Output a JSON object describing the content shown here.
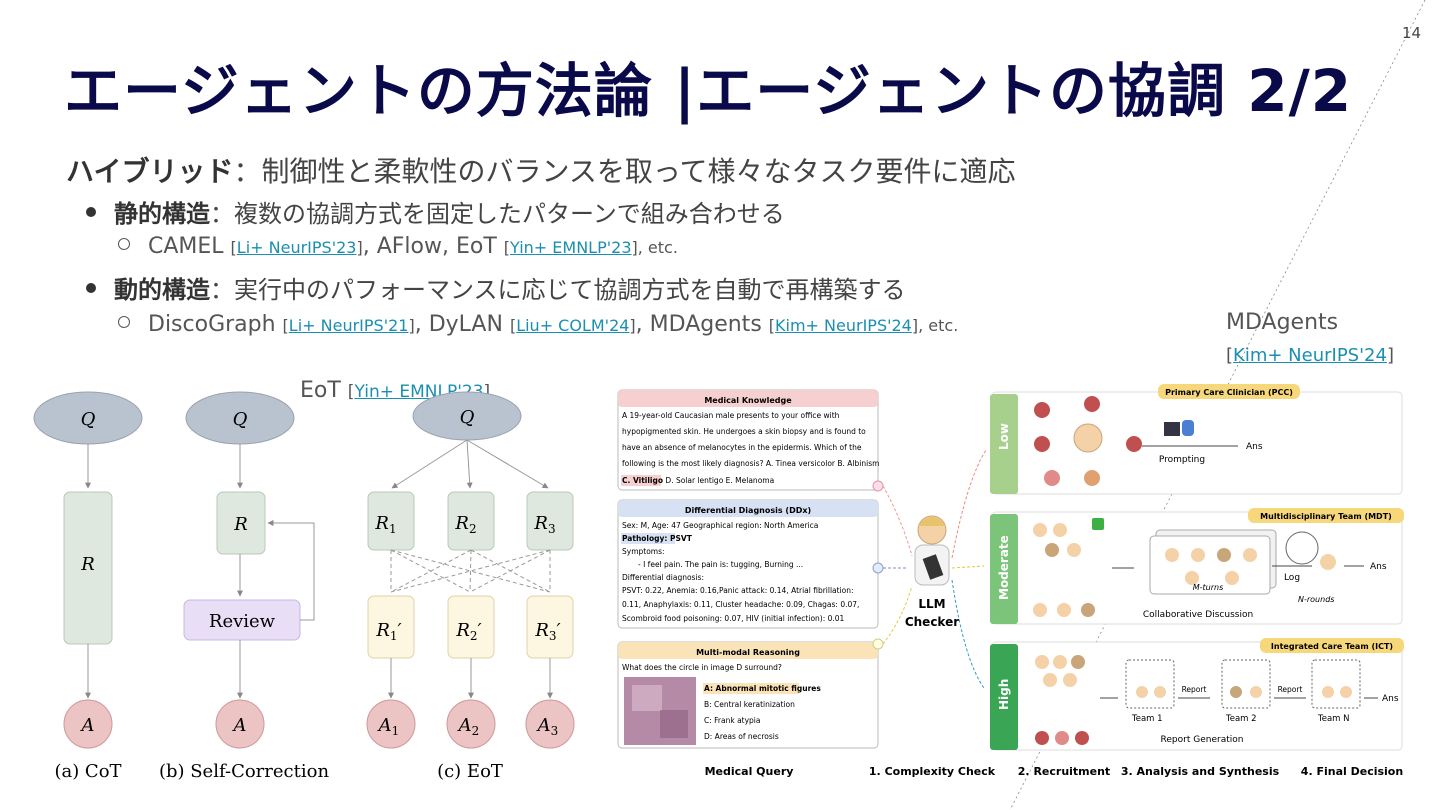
{
  "page_number": "14",
  "title": "エージェントの方法論 |エージェントの協調 2/2",
  "bullets": {
    "main": {
      "term": "ハイブリッド",
      "desc": "：制御性と柔軟性のバランスを取って様々なタスク要件に適応"
    },
    "static": {
      "term": "静的構造",
      "desc": "：複数の協調方式を固定したパターンで組み合わせる"
    },
    "static_sub": {
      "text1": "CAMEL ",
      "cite1": "Li+ NeurIPS'23",
      "text2": ", AFlow, EoT ",
      "cite2": "Yin+ EMNLP'23",
      "etc": ", etc."
    },
    "dynamic": {
      "term": "動的構造",
      "desc": "：実行中のパフォーマンスに応じて協調方式を自動で再構築する"
    },
    "dynamic_sub": {
      "text1": "DiscoGraph ",
      "cite1": "Li+ NeurIPS'21",
      "text2": ", DyLAN ",
      "cite2": "Liu+ COLM'24",
      "text3": ", MDAgents ",
      "cite3": "Kim+ NeurIPS'24",
      "etc": ", etc."
    }
  },
  "labels": {
    "eot_label": "EoT ",
    "eot_cite": "Yin+ EMNLP'23",
    "mdagents_label": "MDAgents",
    "mdagents_cite": "Kim+ NeurIPS'24"
  },
  "eot_figure": {
    "node_q": "Q",
    "node_r": "R",
    "node_a": "A",
    "review": "Review",
    "r1": "R",
    "r2": "R",
    "r3": "R",
    "s1": "1",
    "s2": "2",
    "s3": "3",
    "prime": "′",
    "captions": [
      "(a) CoT",
      "(b) Self-Correction",
      "(c) EoT"
    ]
  },
  "mdagents_figure": {
    "medical_knowledge": {
      "title": "Medical Knowledge",
      "lines": [
        "A 19-year-old Caucasian male presents to your office with",
        "hypopigmented skin. He undergoes a skin biopsy and is found to",
        "have an absence of melanocytes in the epidermis. Which of the",
        "following is the most likely diagnosis? A. Tinea versicolor B. Albinism"
      ],
      "answer": "C. Vitiligo",
      "rest": " D. Solar lentigo E. Melanoma"
    },
    "ddx": {
      "title": "Differential Diagnosis (DDx)",
      "lines": [
        "Sex: M, Age: 47 Geographical region: North America"
      ],
      "pathology": "Pathology: PSVT",
      "symptoms": "Symptoms:",
      "symptom_line": "- I feel pain. The pain is: tugging, Burning ...",
      "dd": "Differential diagnosis:",
      "dd_lines": [
        "PSVT: 0.22, Anemia: 0.16,Panic attack: 0.14, Atrial fibrillation:",
        "0.11, Anaphylaxis: 0.11, Cluster headache: 0.09, Chagas: 0.07,",
        "Scombroid food poisoning: 0.07, HIV (initial infection): 0.01"
      ]
    },
    "mmr": {
      "title": "Multi-modal Reasoning",
      "question": "What does the circle in image D surround?",
      "options": [
        "A: Abnormal mitotic figures",
        "B: Central keratinization",
        "C: Frank atypia",
        "D: Areas of necrosis"
      ]
    },
    "checker": [
      "LLM",
      "Checker"
    ],
    "levels": [
      "Low",
      "Moderate",
      "High"
    ],
    "teams": [
      "Primary Care Clinician (PCC)",
      "Multidisciplinary Team (MDT)",
      "Integrated Care Team (ICT)"
    ],
    "prompting": "Prompting",
    "ans": "Ans",
    "log": "Log",
    "mturns": "M-turns",
    "nrounds": "N-rounds",
    "collab": "Collaborative Discussion",
    "report": "Report",
    "team1": "Team 1",
    "team2": "Team 2",
    "teamn": "Team N",
    "report_gen": "Report Generation",
    "steps": [
      "Medical Query",
      "1. Complexity Check",
      "2. Recruitment",
      "3. Analysis and Synthesis",
      "4. Final Decision"
    ],
    "colors": {
      "low": "#a8d08d",
      "moderate": "#7cc47a",
      "high": "#3aa655",
      "team_badge": "#f6d77a",
      "mk_header": "#f6d0d0",
      "ddx_header": "#d6e2f3",
      "mmr_header": "#fbe3b8"
    }
  }
}
